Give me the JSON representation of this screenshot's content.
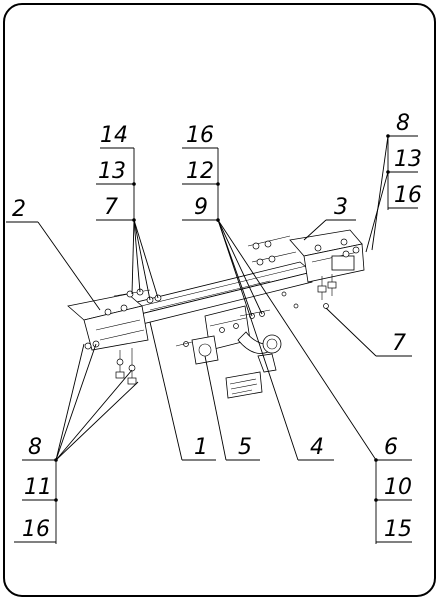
{
  "diagram": {
    "callouts": {
      "top_left_stack": [
        "14",
        "13",
        "7"
      ],
      "top_middle_stack": [
        "16",
        "12",
        "9"
      ],
      "top_right_stack": [
        "8",
        "13",
        "16"
      ],
      "label_2": "2",
      "label_3": "3",
      "right_middle": "7",
      "bottom_row": [
        "1",
        "5",
        "4",
        "6"
      ],
      "bottom_left_stack": [
        "8",
        "11",
        "16"
      ],
      "bottom_right_stack": [
        "10",
        "15"
      ]
    }
  }
}
